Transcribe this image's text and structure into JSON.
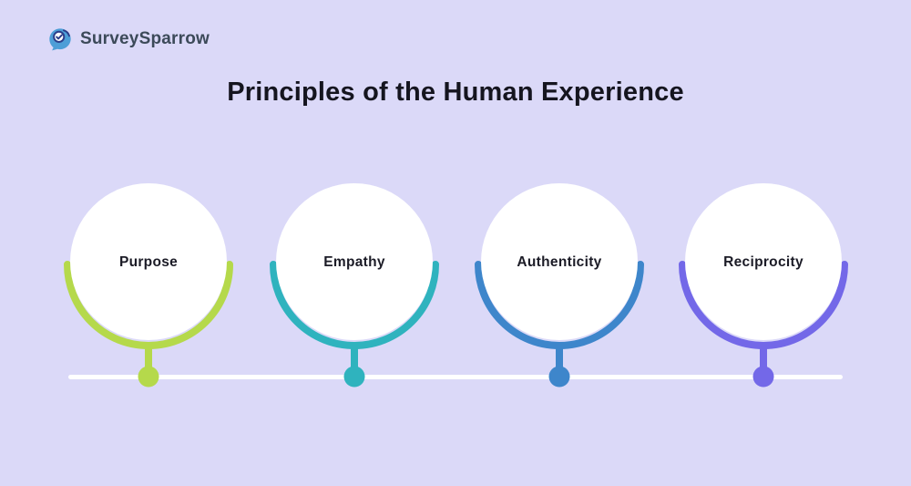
{
  "page": {
    "background_color": "#DBD9F8",
    "title": "Principles of the Human Experience",
    "title_color": "#15151F"
  },
  "logo": {
    "brand": "SurveySparrow",
    "text_color": "#3C4A59",
    "bird_color": "#4D9ED7",
    "check_color": "#2C3E8A"
  },
  "timeline": {
    "line_color": "#FFFFFF",
    "items": [
      {
        "label": "Purpose",
        "color": "#B5D94B"
      },
      {
        "label": "Empathy",
        "color": "#2FB3BE"
      },
      {
        "label": "Authenticity",
        "color": "#3E86CB"
      },
      {
        "label": "Reciprocity",
        "color": "#7368E8"
      }
    ]
  }
}
